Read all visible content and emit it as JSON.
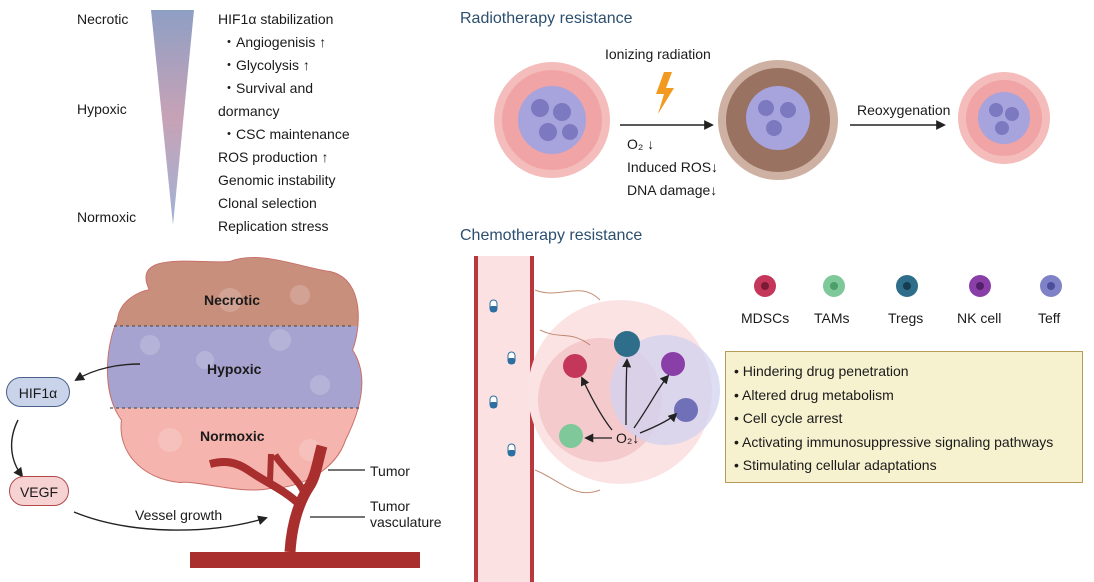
{
  "gradient_panel": {
    "levels": [
      "Necrotic",
      "Hypoxic",
      "Normoxic"
    ],
    "effects": [
      "HIF1α stabilization",
      "・Angiogenisis ↑",
      "・Glycolysis ↑",
      "・Survival and",
      "dormancy",
      "・CSC maintenance",
      "ROS production ↑",
      "Genomic instability",
      "Clonal selection",
      "Replication stress"
    ]
  },
  "tumor_panel": {
    "zones": [
      "Necrotic",
      "Hypoxic",
      "Normoxic"
    ],
    "hif_label": "HIF1α",
    "vegf_label": "VEGF",
    "vessel_growth": "Vessel growth",
    "tumor_label": "Tumor",
    "vasculature_label": [
      "Tumor",
      "vasculature"
    ]
  },
  "radiotherapy": {
    "title": "Radiotherapy resistance",
    "ionizing": "Ionizing radiation",
    "effects": [
      "O₂ ↓",
      "Induced ROS↓",
      "DNA damage↓"
    ],
    "reoxygenation": "Reoxygenation"
  },
  "chemotherapy": {
    "title": "Chemotherapy resistance",
    "o2": "O₂↓",
    "cells": [
      {
        "name": "MDSCs",
        "color": "#c4365a"
      },
      {
        "name": "TAMs",
        "color": "#7ec89a"
      },
      {
        "name": "Tregs",
        "color": "#2f6e8a"
      },
      {
        "name": "NK cell",
        "color": "#8a3fa8"
      },
      {
        "name": "Teff",
        "color": "#7f82c6"
      }
    ],
    "mechanisms": [
      "• Hindering drug penetration",
      "• Altered drug metabolism",
      "• Cell cycle arrest",
      "• Activating immunosuppressive signaling pathways",
      "• Stimulating cellular adaptations"
    ]
  }
}
